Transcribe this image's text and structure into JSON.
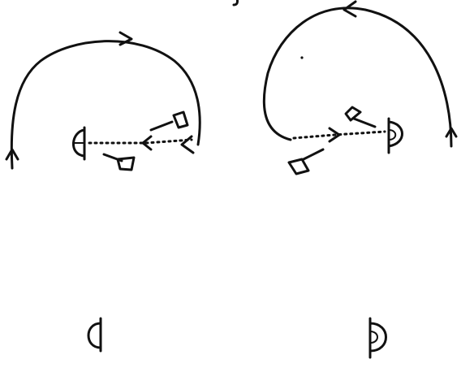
{
  "diagram": {
    "colors": {
      "ink": "#111111",
      "paper": "#ffffff"
    },
    "panels": [
      {
        "id": "left",
        "path_direction": "clockwise",
        "icons": [
          "half-circle-marker-icon",
          "small-figure-icon",
          "small-figure-icon",
          "arrow-icon"
        ]
      },
      {
        "id": "right",
        "path_direction": "counter-clockwise",
        "icons": [
          "double-half-circle-marker-icon",
          "small-figure-icon",
          "small-figure-icon",
          "arrow-icon"
        ]
      }
    ],
    "bottom_markers": [
      "half-circle-marker-icon",
      "double-half-circle-marker-icon"
    ]
  }
}
